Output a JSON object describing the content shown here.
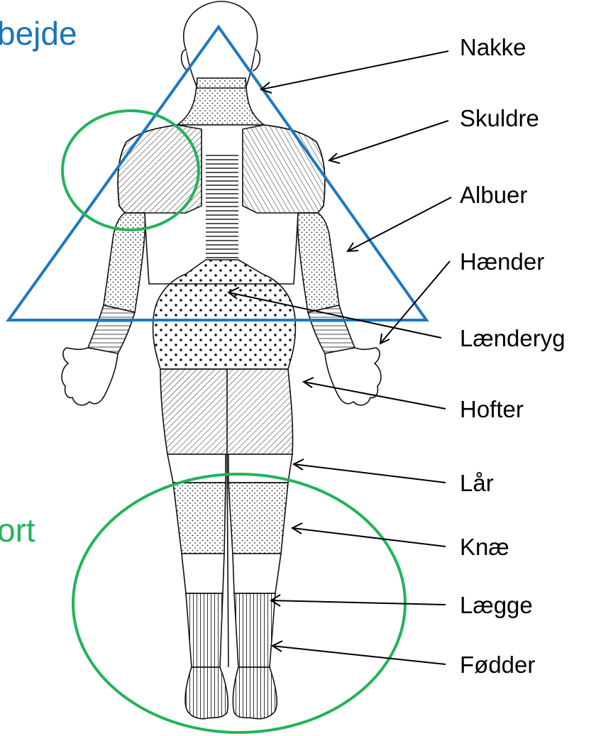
{
  "left_labels": {
    "work": "bejde",
    "sport": "ort"
  },
  "body_parts": [
    "Nakke",
    "Skuldre",
    "Albuer",
    "Hænder",
    "Lænderyg",
    "Hofter",
    "Lår",
    "Knæ",
    "Lægge",
    "Fødder"
  ],
  "colors": {
    "triangle": "#1e78c0",
    "circles": "#22b35a",
    "work_text": "#1a74b8",
    "sport_text": "#22b35a"
  }
}
